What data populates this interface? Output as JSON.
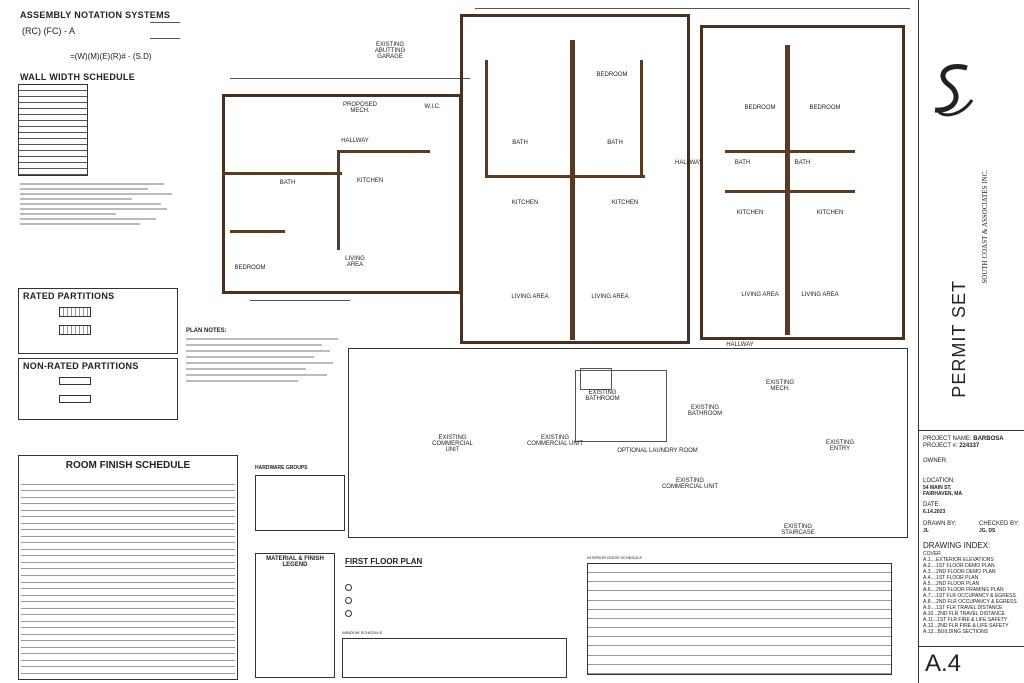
{
  "left": {
    "assembly_title": "ASSEMBLY NOTATION SYSTEMS",
    "wall_title": "WALL WIDTH SCHEDULE",
    "rated_title": "RATED PARTITIONS",
    "nonrated_title": "NON-RATED PARTITIONS",
    "room_finish_title": "ROOM FINISH SCHEDULE"
  },
  "plan": {
    "labels": {
      "proposed_mech": "PROPOSED MECH.",
      "hallway": "HALLWAY",
      "bath": "BATH",
      "kitchen": "KITCHEN",
      "living_area": "LIVING AREA",
      "bedroom": "BEDROOM",
      "wic": "W.I.C.",
      "existing_garage": "EXISTING ABUTTING GARAGE",
      "existing_bathroom": "EXISTING BATHROOM",
      "existing_commercial": "EXISTING COMMERCIAL UNIT",
      "optional_laundry": "OPTIONAL LAUNDRY ROOM",
      "existing_mech": "EXISTING MECH.",
      "existing_entry": "EXISTING ENTRY",
      "existing_staircase": "EXISTING STAIRCASE"
    },
    "title": "FIRST FLOOR PLAN",
    "plan_notes_title": "PLAN NOTES:",
    "hardware_title": "HARDWARE GROUPS",
    "materials_title": "MATERIAL & FINISH LEGEND",
    "window_schedule_title": "WINDOW SCHEDULE",
    "door_schedule_title": "INTERIOR DOOR SCHEDULE"
  },
  "title_block": {
    "firm": "SOUTH COAST & ASSOCIATES INC.",
    "stage": "PERMIT SET",
    "project_name_label": "PROJECT NAME:",
    "project_name": "BARBOSA",
    "project_no_label": "PROJECT #:",
    "project_no": "224337",
    "owner_label": "OWNER:",
    "location_label": "LOCATION:",
    "location_1": "54 MAIN ST,",
    "location_2": "FAIRHAVEN, MA",
    "date_label": "DATE:",
    "date": "6.14.2023",
    "drawn_by_label": "DRAWN BY:",
    "drawn_by": "JL",
    "checked_by_label": "CHECKED BY:",
    "checked_by": "JG, DS",
    "index_title": "DRAWING INDEX:",
    "index_items": [
      "COVER",
      "A.1....EXTERIOR ELEVATIONS",
      "A.2....1ST FLOOR DEMO PLAN",
      "A.3....2ND FLOOR DEMO PLAN",
      "A.4....1ST FLOOR PLAN",
      "A.5....2ND FLOOR PLAN",
      "A.6....2ND FLOOR FRAMING PLAN",
      "A.7....1ST FLR OCCUPANCY & EGRESS",
      "A.8....2ND FLR OCCUPANCY & EGRESS",
      "A.9....1ST FLR TRAVEL DISTANCE",
      "A.10...2ND FLR TRAVEL DISTANCE",
      "A.11...1ST FLR FIRE & LIFE SAFETY",
      "A.12...2ND FLR FIRE & LIFE SAFETY",
      "A.13...BUILDING SECTIONS"
    ],
    "sheet": "A.4"
  }
}
